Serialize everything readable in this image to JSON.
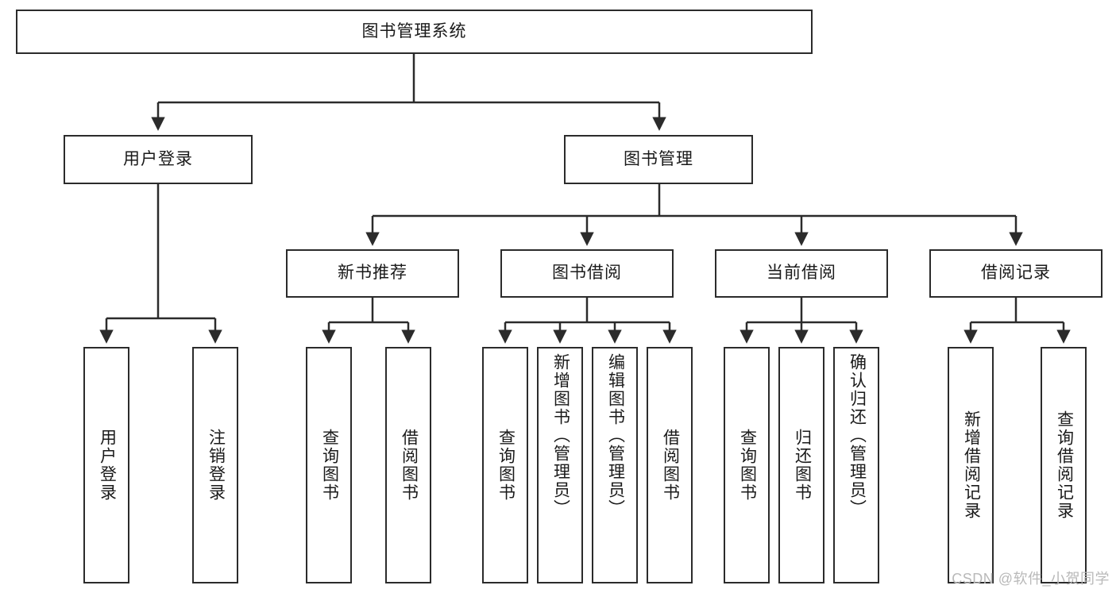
{
  "diagram": {
    "type": "tree",
    "title": "图书管理系统",
    "root": {
      "label": "图书管理系统"
    },
    "level1": [
      {
        "label": "用户登录"
      },
      {
        "label": "图书管理"
      }
    ],
    "level2": [
      {
        "label": "新书推荐"
      },
      {
        "label": "图书借阅"
      },
      {
        "label": "当前借阅"
      },
      {
        "label": "借阅记录"
      }
    ],
    "leaves": {
      "user_login": [
        {
          "label": "用户登录"
        },
        {
          "label": "注销登录"
        }
      ],
      "new_book": [
        {
          "label": "查询图书"
        },
        {
          "label": "借阅图书"
        }
      ],
      "borrow": [
        {
          "label": "查询图书"
        },
        {
          "label": "新增图书（管理员）"
        },
        {
          "label": "编辑图书（管理员）"
        },
        {
          "label": "借阅图书"
        }
      ],
      "current": [
        {
          "label": "查询图书"
        },
        {
          "label": "归还图书"
        },
        {
          "label": "确认归还（管理员）"
        }
      ],
      "records": [
        {
          "label": "新增借阅记录"
        },
        {
          "label": "查询借阅记录"
        }
      ]
    }
  },
  "watermark": {
    "text": "CSDN @软件_小贺同学"
  },
  "colors": {
    "border": "#2b2b2b",
    "background": "#ffffff",
    "text": "#1a1a1a",
    "watermark": "#b9b9b9"
  }
}
